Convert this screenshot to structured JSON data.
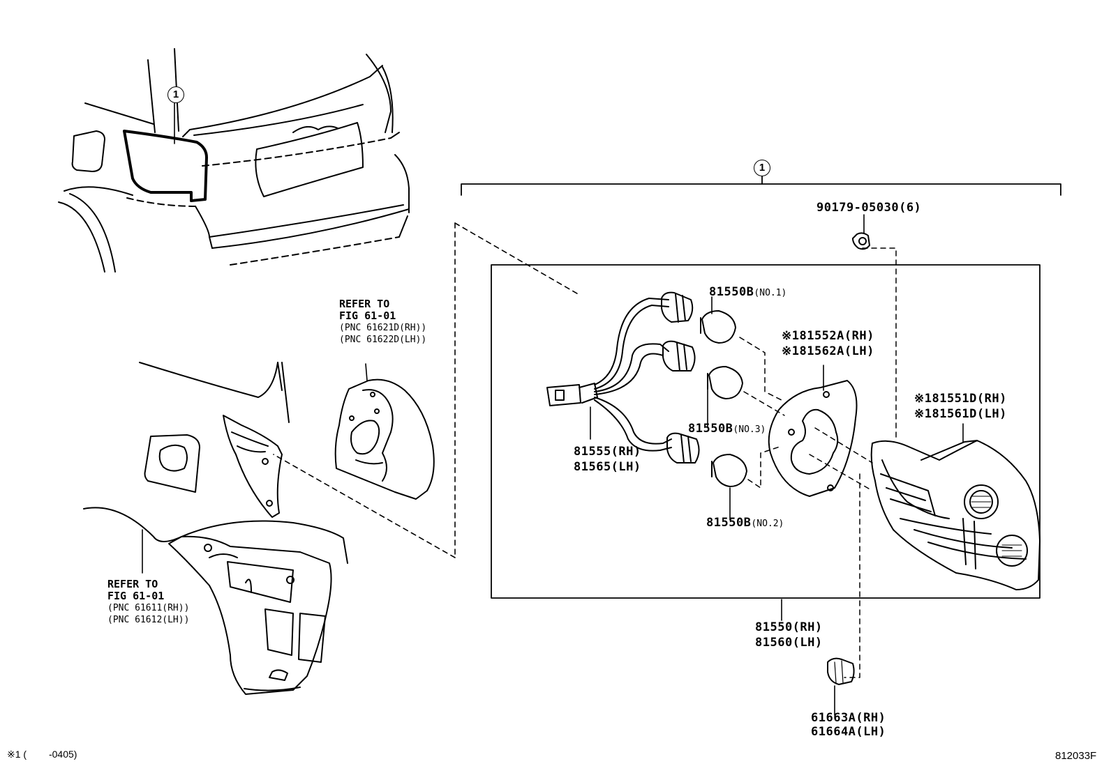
{
  "callouts": {
    "assembly_marker": "1",
    "vehicle_marker": "1"
  },
  "parts": {
    "nut": "90179-05030(6)",
    "bulb_no1_code": "81550B",
    "bulb_no1_tag": "(NO.1)",
    "bulb_no3_code": "81550B",
    "bulb_no3_tag": "(NO.3)",
    "bulb_no2_code": "81550B",
    "bulb_no2_tag": "(NO.2)",
    "gasket_rh": "※181552A(RH)",
    "gasket_lh": "※181562A(LH)",
    "lens_rh": "※181551D(RH)",
    "lens_lh": "※181561D(LH)",
    "socket_rh": "81555(RH)",
    "socket_lh": "81565(LH)",
    "assembly_rh": "81550(RH)",
    "assembly_lh": "81560(LH)",
    "clip_rh": "61663A(RH)",
    "clip_lh": "61664A(LH)"
  },
  "references": {
    "upper": {
      "line1": "REFER TO",
      "line2": "FIG 61-01",
      "line3": "(PNC 61621D(RH))",
      "line4": "(PNC 61622D(LH))"
    },
    "lower": {
      "line1": "REFER TO",
      "line2": "FIG 61-01",
      "line3": "(PNC 61611(RH))",
      "line4": "(PNC 61612(LH))"
    }
  },
  "footer": {
    "note_mark": "※1",
    "note_open": "(",
    "note_range": "-0405)",
    "figure_id": "812033F"
  }
}
